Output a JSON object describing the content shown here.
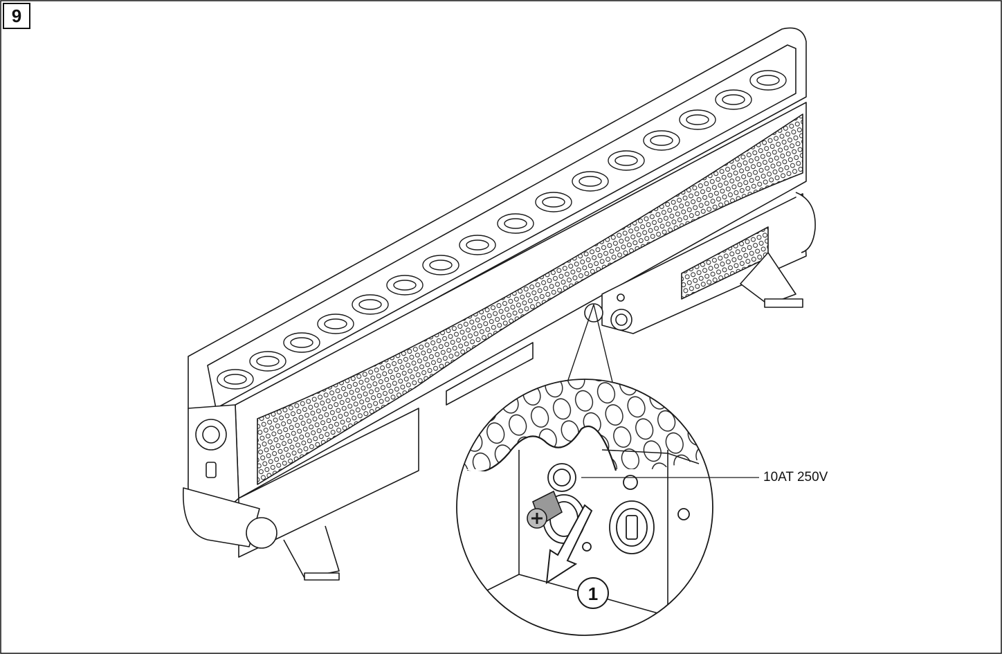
{
  "figure": {
    "number": "9",
    "callout_label": "10AT 250V",
    "step_marker": "1"
  },
  "colors": {
    "line": "#1a1a1a",
    "background": "#ffffff"
  },
  "icons": [
    "led-bar-fixture-icon",
    "fuse-holder-icon",
    "arrow-icon",
    "screwdriver-tip-icon"
  ]
}
